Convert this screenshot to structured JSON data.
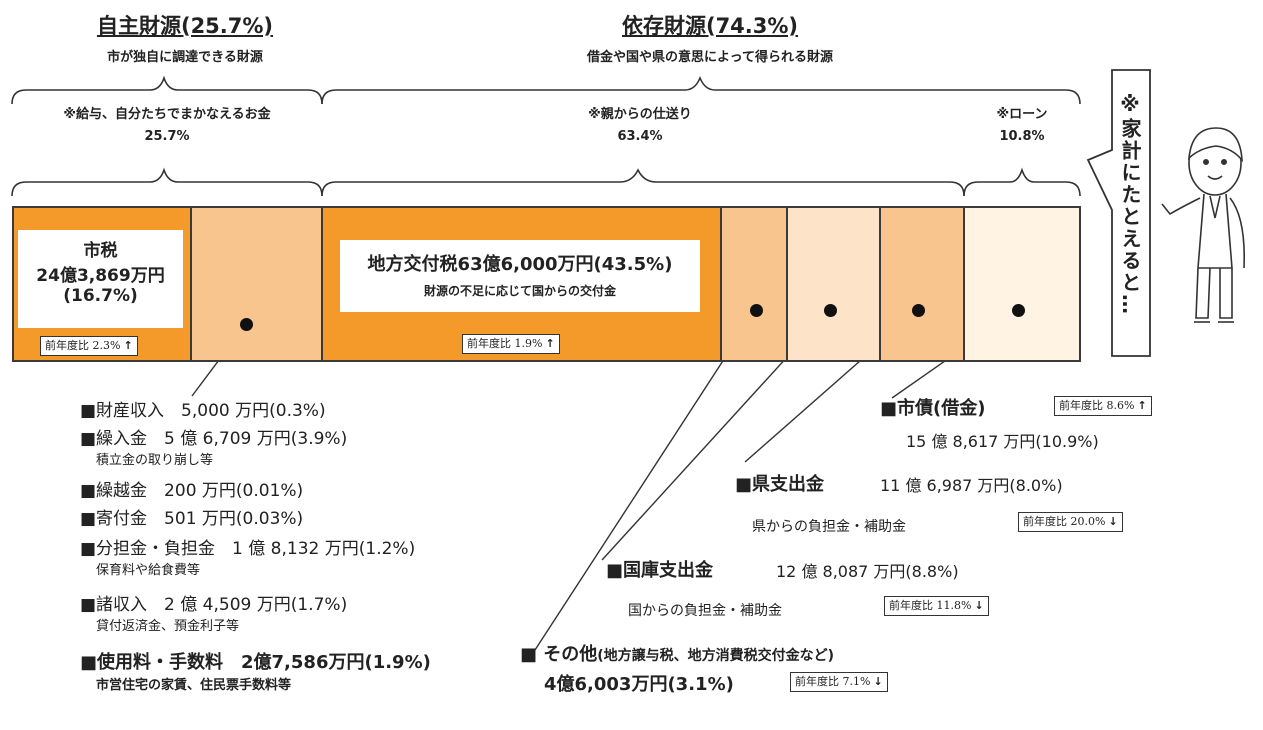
{
  "header": {
    "own_title": "自主財源(25.7%)",
    "own_sub": "市が独自に調達できる財源",
    "dep_title": "依存財源(74.3%)",
    "dep_sub": "借金や国や県の意思によって得られる財源"
  },
  "braces": {
    "salary_label": "※給与、自分たちでまかなえるお金",
    "salary_pct": "25.7%",
    "allowance_label": "※親からの仕送り",
    "allowance_pct": "63.4%",
    "loan_label": "※ローン",
    "loan_pct": "10.8%"
  },
  "callout": {
    "text": "※家計にたとえると…"
  },
  "city_tax": {
    "name": "市税",
    "amount": "24億3,869万円",
    "pct": "(16.7%)",
    "badge_label": "前年度比",
    "badge_value": "2.3%",
    "badge_dir": "↑"
  },
  "local_allocation_tax": {
    "title": "地方交付税63億6,000万円(43.5%)",
    "desc": "財源の不足に応じて国からの交付金",
    "badge_label": "前年度比",
    "badge_value": "1.9%",
    "badge_dir": "↑"
  },
  "city_bond": {
    "name": "■市債(借金)",
    "amount": "15 億 8,617 万円(10.9%)",
    "badge_label": "前年度比",
    "badge_value": "8.6%",
    "badge_dir": "↑"
  },
  "pref_disbursement": {
    "name": "■県支出金",
    "amount": "11 億 6,987 万円(8.0%)",
    "desc": "県からの負担金・補助金",
    "badge_label": "前年度比",
    "badge_value": "20.0%",
    "badge_dir": "↓"
  },
  "national_disbursement": {
    "name": "■国庫支出金",
    "amount": "12 億 8,087 万円(8.8%)",
    "desc": "国からの負担金・補助金",
    "badge_label": "前年度比",
    "badge_value": "11.8%",
    "badge_dir": "↓"
  },
  "other": {
    "name": "■ その他",
    "name_detail": "(地方譲与税、地方消費税交付金など)",
    "amount": "4億6,003万円(3.1%)",
    "badge_label": "前年度比",
    "badge_value": "7.1%",
    "badge_dir": "↓"
  },
  "own_items": [
    {
      "label": "■財産収入　5,000 万円(0.3%)",
      "note": ""
    },
    {
      "label": "■繰入金　5 億 6,709 万円(3.9%)",
      "note": "積立金の取り崩し等"
    },
    {
      "label": "■繰越金　200 万円(0.01%)",
      "note": ""
    },
    {
      "label": "■寄付金　501 万円(0.03%)",
      "note": ""
    },
    {
      "label": "■分担金・負担金　1 億 8,132 万円(1.2%)",
      "note": "保育料や給食費等"
    },
    {
      "label": "■諸収入　2 億 4,509 万円(1.7%)",
      "note": "貸付返済金、預金利子等"
    },
    {
      "label": "■使用料・手数料　2億7,586万円(1.9%)",
      "note": "市営住宅の家賃、住民票手数料等"
    }
  ]
}
